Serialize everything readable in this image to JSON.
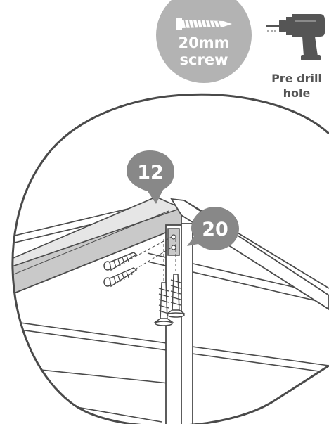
{
  "screw_badge": {
    "size_text": "20mm",
    "type_text": "screw",
    "icon": "screw-icon",
    "color": "#b3b3b3"
  },
  "drill_note": {
    "line1": "Pre drill",
    "line2": "hole",
    "icon": "drill-icon",
    "color": "#555555"
  },
  "callouts": [
    {
      "number": "12",
      "color": "#888888"
    },
    {
      "number": "20",
      "color": "#888888"
    }
  ],
  "detail": {
    "outline_color": "#4a4a4a",
    "beam_fill": "#c9c9c9"
  }
}
